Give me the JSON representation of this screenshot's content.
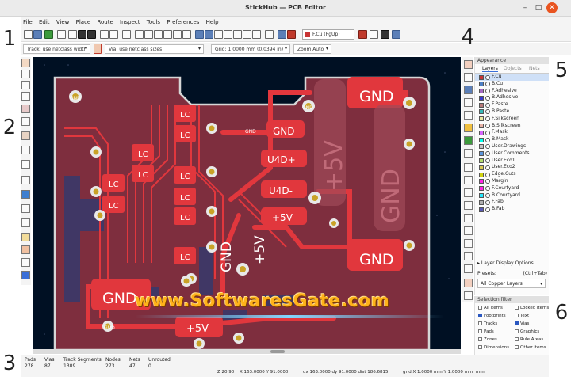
{
  "window": {
    "title": "StickHub — PCB Editor"
  },
  "menu": [
    "File",
    "Edit",
    "View",
    "Place",
    "Route",
    "Inspect",
    "Tools",
    "Preferences",
    "Help"
  ],
  "toolbar": {
    "layer_select": "F.Cu (PgUp)"
  },
  "optbar": {
    "track": "Track: use netclass width",
    "via": "Via: use netclass sizes",
    "grid": "Grid: 1.0000 mm (0.0394 in)",
    "zoom": "Zoom Auto"
  },
  "panel": {
    "title": "Appearance",
    "tabs": [
      "Layers",
      "Objects",
      "Nets"
    ],
    "layers": [
      {
        "name": "F.Cu",
        "color": "#c83434",
        "selected": true
      },
      {
        "name": "B.Cu",
        "color": "#4d7fc4"
      },
      {
        "name": "F.Adhesive",
        "color": "#a46ac2"
      },
      {
        "name": "B.Adhesive",
        "color": "#3a3ad0"
      },
      {
        "name": "F.Paste",
        "color": "#b87979"
      },
      {
        "name": "B.Paste",
        "color": "#35b8b8"
      },
      {
        "name": "F.Silkscreen",
        "color": "#e8e8a0"
      },
      {
        "name": "B.Silkscreen",
        "color": "#e8b2a7"
      },
      {
        "name": "F.Mask",
        "color": "#d864ff"
      },
      {
        "name": "B.Mask",
        "color": "#02ffee"
      },
      {
        "name": "User.Drawings",
        "color": "#c2c2c2"
      },
      {
        "name": "User.Comments",
        "color": "#5994dc"
      },
      {
        "name": "User.Eco1",
        "color": "#b4db6d"
      },
      {
        "name": "User.Eco2",
        "color": "#d8c852"
      },
      {
        "name": "Edge.Cuts",
        "color": "#d0d210"
      },
      {
        "name": "Margin",
        "color": "#ff26e2"
      },
      {
        "name": "F.Courtyard",
        "color": "#ff26e2"
      },
      {
        "name": "B.Courtyard",
        "color": "#26e9ff"
      },
      {
        "name": "F.Fab",
        "color": "#afafaf"
      },
      {
        "name": "B.Fab",
        "color": "#5858b4"
      }
    ],
    "layer_display_options": "▸ Layer Display Options",
    "presets_label": "Presets:",
    "presets_hotkey": "(Ctrl+Tab)",
    "presets_value": "All Copper Layers"
  },
  "selection_filter": {
    "title": "Selection filter",
    "items": [
      {
        "label": "All items",
        "checked": false
      },
      {
        "label": "Locked items",
        "checked": false
      },
      {
        "label": "Footprints",
        "checked": true
      },
      {
        "label": "Text",
        "checked": false
      },
      {
        "label": "Tracks",
        "checked": false
      },
      {
        "label": "Vias",
        "checked": true
      },
      {
        "label": "Pads",
        "checked": false
      },
      {
        "label": "Graphics",
        "checked": false
      },
      {
        "label": "Zones",
        "checked": false
      },
      {
        "label": "Rule Areas",
        "checked": false
      },
      {
        "label": "Dimensions",
        "checked": false
      },
      {
        "label": "Other items",
        "checked": false
      }
    ]
  },
  "status": {
    "pads_label": "Pads",
    "pads": "278",
    "vias_label": "Vias",
    "vias": "87",
    "tracks_label": "Track Segments",
    "tracks": "1309",
    "nodes_label": "Nodes",
    "nodes": "273",
    "nets_label": "Nets",
    "nets": "47",
    "unrouted_label": "Unrouted",
    "unrouted": "0"
  },
  "coords": {
    "z": "Z 20.90",
    "xy": "X 163.0000 Y 91.0000",
    "dxy": "dx 163.0000 dy 91.0000 dist 186.6815",
    "grid": "grid X 1.0000 mm Y 1.0000 mm",
    "unit": "mm"
  },
  "pcb_labels": {
    "gnd": "GND",
    "lc": "LC",
    "plus5v": "+5V",
    "u4dp": "U4D+",
    "u4dm": "U4D-"
  },
  "watermark": "www.SoftwaresGate.com",
  "callouts": [
    "1",
    "2",
    "3",
    "4",
    "5",
    "6"
  ]
}
